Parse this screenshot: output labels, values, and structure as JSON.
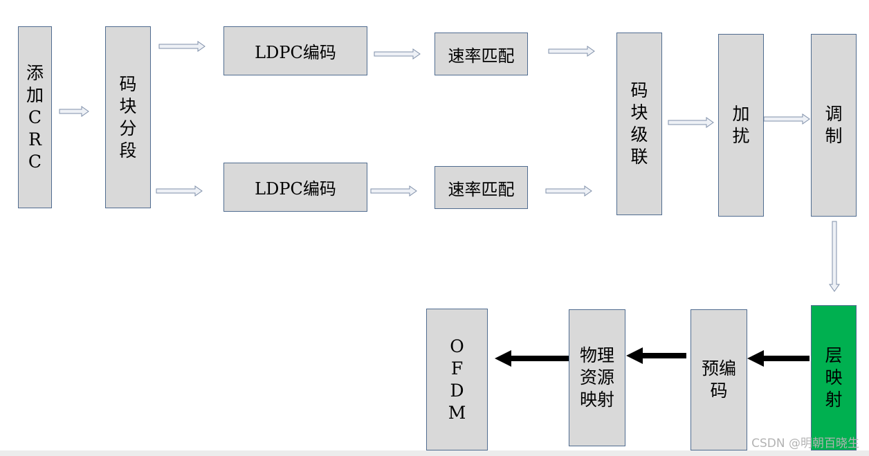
{
  "nodes": {
    "add_crc": "添加CRC",
    "block_segment": "码块分段",
    "ldpc_top": "LDPC编码",
    "ldpc_bottom": "LDPC编码",
    "rate_match_top": "速率匹配",
    "rate_match_bottom": "速率匹配",
    "block_concat": "码块级联",
    "scramble": "加扰",
    "modulation": "调制",
    "layer_map": "层映射",
    "precoding": "预编\n码",
    "resource_map": "物理\n资源\n映射",
    "ofdm": "OFDM"
  },
  "watermark": "CSDN @明朝百晓生",
  "colors": {
    "box_fill": "#d9d9d9",
    "box_border": "#4f6b8f",
    "highlight_fill": "#00b050",
    "hollow_arrow": "#a8b4c8",
    "solid_arrow": "#000000"
  }
}
